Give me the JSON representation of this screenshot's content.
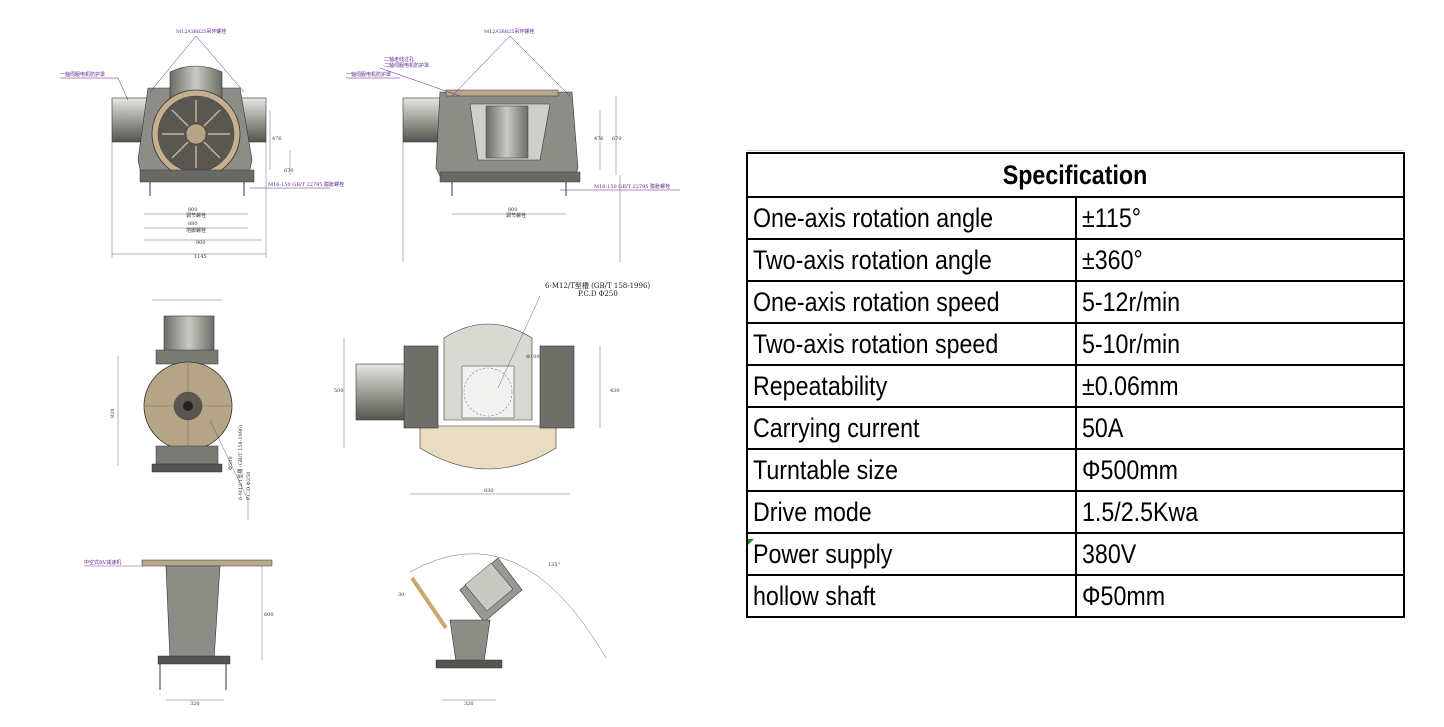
{
  "drawings": {
    "view1": {
      "label_left": "一轴伺服电机防护罩",
      "label_top": "M12/GB825吊环螺栓",
      "label_right": "M16-150 GB/T 22795 膨胀螺栓",
      "dims": [
        "476",
        "670",
        "800",
        "调节螺栓",
        "880",
        "地脚螺栓",
        "900",
        "1145"
      ]
    },
    "view2": {
      "label_left": "一轴伺服电机防护罩",
      "label_top1": "二轴走线过孔",
      "label_top2": "二轴伺服电机防护罩",
      "label_top": "M12/GB825吊环螺栓",
      "label_right": "M16-150 GB/T 22795 膨胀螺栓",
      "dims": [
        "476",
        "670",
        "800",
        "调节螺栓"
      ]
    },
    "view3": {
      "dims": [
        "820",
        "Φ500",
        "6-M12/T型槽 (GB/T 158-1996)",
        "P.C.D Φ250"
      ]
    },
    "view4": {
      "callout1": "6-M12/T型槽 (GB/T 158-1996)",
      "callout2": "P.C.D Φ250",
      "dims": [
        "500",
        "430",
        "830",
        "Φ100"
      ]
    },
    "view5": {
      "label": "中空式RV减速机",
      "dims": [
        "600",
        "320"
      ]
    },
    "view6": {
      "dims": [
        "30",
        "135°",
        "320"
      ]
    }
  },
  "spec": {
    "title": "Specification",
    "rows": [
      {
        "name": "One-axis rotation angle",
        "value": "±115°"
      },
      {
        "name": "Two-axis rotation angle",
        "value": "±360°"
      },
      {
        "name": "One-axis rotation speed",
        "value": "5-12r/min"
      },
      {
        "name": "Two-axis rotation speed",
        "value": "5-10r/min"
      },
      {
        "name": "Repeatability",
        "value": "±0.06mm"
      },
      {
        "name": "Carrying current",
        "value": "50A"
      },
      {
        "name": "Turntable size",
        "value": "Φ500mm"
      },
      {
        "name": "Drive mode",
        "value": "1.5/2.5Kwa"
      },
      {
        "name": "Power supply",
        "value": "380V"
      },
      {
        "name": "hollow shaft",
        "value": "Φ50mm"
      }
    ]
  },
  "colors": {
    "steel": "#9a9a94",
    "dark": "#4a4a46",
    "tan": "#c9b89a",
    "annotation": "#5a1f8a"
  }
}
